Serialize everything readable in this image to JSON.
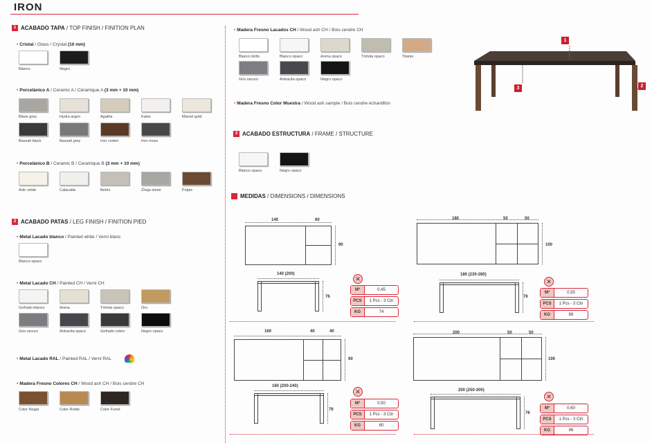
{
  "title": "IRON",
  "sections": {
    "s1": {
      "num": "1",
      "bold": "ACABADO TAPA",
      "rest": " / TOP FINISH / FINITION PLAN"
    },
    "s2": {
      "num": "2",
      "bold": "ACABADO PATAS",
      "rest": " / LEG FINISH / FINITION PIED"
    },
    "s3": {
      "num": "3",
      "bold": "ACABADO ESTRUCTURA",
      "rest": " / FRAME / STRUCTURE"
    },
    "s4": {
      "num": "",
      "bold": "MEDIDAS",
      "rest": " / DIMENSIONS / DIMENSIONS"
    }
  },
  "groups": [
    {
      "id": "cristal",
      "bold": "Cristal",
      "rest": " / Glass / Crystal ",
      "extra": "(10 mm)",
      "swatches": [
        {
          "label": "Blanco",
          "color": "#ffffff"
        },
        {
          "label": "Negro",
          "color": "#1c1c1c"
        }
      ]
    },
    {
      "id": "porcelanico-a",
      "bold": "Porcelánico A",
      "rest": " / Ceramic A / Céramique A ",
      "extra": "(3 mm + 10 mm)",
      "swatches": [
        {
          "label": "Blaze grey",
          "color": "#a9a7a2"
        },
        {
          "label": "Hydra argen",
          "color": "#e6e2da"
        },
        {
          "label": "Agatha",
          "color": "#d6ccbc"
        },
        {
          "label": "Kalos",
          "color": "#f2f0ee"
        },
        {
          "label": "Marvel gold",
          "color": "#ece6dc"
        },
        {
          "label": "Bassalt black",
          "color": "#3a3a3a"
        },
        {
          "label": "Bassalt grey",
          "color": "#7a7876"
        },
        {
          "label": "Iron corten",
          "color": "#5a3a26"
        },
        {
          "label": "Iron moss",
          "color": "#4a4846"
        }
      ]
    },
    {
      "id": "porcelanico-b",
      "bold": "Porcelánico B",
      "rest": " / Ceramic B / Ceramique B ",
      "extra": "(3 mm + 10 mm)",
      "swatches": [
        {
          "label": "Artic white",
          "color": "#f6f2ea"
        },
        {
          "label": "Calacatta",
          "color": "#f2f0ec"
        },
        {
          "label": "Betón",
          "color": "#c4c0b8"
        },
        {
          "label": "Zhaja stone",
          "color": "#a8a6a2"
        },
        {
          "label": "Pulpis",
          "color": "#6a4a32"
        }
      ]
    },
    {
      "id": "metal-blanco",
      "bold": "Metal Lacado blanco",
      "rest": " / Painted white / Verni blanc",
      "extra": "",
      "swatches": [
        {
          "label": "Blanco opaco",
          "color": "#ffffff"
        }
      ]
    },
    {
      "id": "metal-ch",
      "bold": "Metal Lacado CH",
      "rest": " / Painted CH / Verni CH",
      "extra": "",
      "swatches": [
        {
          "label": "Gofrado blanco",
          "color": "#f4f4f2"
        },
        {
          "label": "Arena",
          "color": "#e4e0d4"
        },
        {
          "label": "Tórtola opaco",
          "color": "#c8c4b8"
        },
        {
          "label": "Oro",
          "color": "#c09a60"
        },
        {
          "label": "Gris oscuro",
          "color": "#7a7c80"
        },
        {
          "label": "Antracita opaco",
          "color": "#45474c"
        },
        {
          "label": "Gofrado cobre",
          "color": "#3a3a3a"
        },
        {
          "label": "Negro opaco",
          "color": "#0c0c0c"
        }
      ]
    },
    {
      "id": "metal-ral",
      "bold": "Metal Lacado RAL",
      "rest": " / Painted RAL / Verni RAL",
      "extra": "",
      "swatches": []
    },
    {
      "id": "madera-colores",
      "bold": "Madera Fresno Colores CH",
      "rest": " / Wood ash CH / Bois cendre CH",
      "extra": "",
      "swatches": [
        {
          "label": "Color Nogal",
          "color": "#7a5232"
        },
        {
          "label": "Color Roble",
          "color": "#b88a52"
        },
        {
          "label": "Color Fumé",
          "color": "#2e2622"
        }
      ]
    },
    {
      "id": "madera-lacados",
      "bold": "Madera Fresno Lacados CH",
      "rest": " / Wood ash CH / Bois cendre CH",
      "extra": "",
      "swatches": [
        {
          "label": "Blanco brillo",
          "color": "#ffffff"
        },
        {
          "label": "Blanco opaco",
          "color": "#f6f6f4"
        },
        {
          "label": "Arena opaco",
          "color": "#dcd8cc"
        },
        {
          "label": "Tórtola opaco",
          "color": "#c0bcb0"
        },
        {
          "label": "Titanio",
          "color": "#d2aa88"
        },
        {
          "label": "Gris oscuro",
          "color": "#7c7e82"
        },
        {
          "label": "Antracita opaco",
          "color": "#48494e"
        },
        {
          "label": "Negro opaco",
          "color": "#141414"
        }
      ]
    },
    {
      "id": "madera-muestra",
      "bold": "Madera Fresno Color Muestra",
      "rest": " / Wood ash sample / Bois cendre échantillon",
      "extra": "",
      "swatches": []
    },
    {
      "id": "estructura",
      "bold": "",
      "rest": "",
      "extra": "",
      "swatches": [
        {
          "label": "Blanco opaco",
          "color": "#f6f6f4"
        },
        {
          "label": "Negro opaco",
          "color": "#141414"
        }
      ]
    }
  ],
  "photo_markers": [
    "1",
    "2",
    "3"
  ],
  "dimensions": [
    {
      "top": [
        "140",
        "60"
      ],
      "depth": "90",
      "side": "140 (200)",
      "height": "76",
      "rows": [
        {
          "k": "M³",
          "v": "0,45"
        },
        {
          "k": "PCS",
          "v": "1 Pcs - 3 Ctn"
        },
        {
          "k": "KG",
          "v": "74"
        }
      ]
    },
    {
      "top": [
        "180",
        "50",
        "50"
      ],
      "depth": "100",
      "side": "180 (230-280)",
      "height": "76",
      "rows": [
        {
          "k": "M³",
          "v": "0,55"
        },
        {
          "k": "PCS",
          "v": "1 Pcs - 3 Ctn"
        },
        {
          "k": "KG",
          "v": "88"
        }
      ]
    },
    {
      "top": [
        "160",
        "40",
        "40"
      ],
      "depth": "90",
      "side": "160 (200-240)",
      "height": "76",
      "rows": [
        {
          "k": "M³",
          "v": "0,50"
        },
        {
          "k": "PCS",
          "v": "1 Pcs - 3 Ctn"
        },
        {
          "k": "KG",
          "v": "80"
        }
      ]
    },
    {
      "top": [
        "200",
        "50",
        "50"
      ],
      "depth": "100",
      "side": "200 (250-300)",
      "height": "76",
      "rows": [
        {
          "k": "M³",
          "v": "0,60"
        },
        {
          "k": "PCS",
          "v": "1 Pcs - 3 Ctn"
        },
        {
          "k": "KG",
          "v": "96"
        }
      ]
    }
  ],
  "colors": {
    "accent": "#d8283c"
  }
}
